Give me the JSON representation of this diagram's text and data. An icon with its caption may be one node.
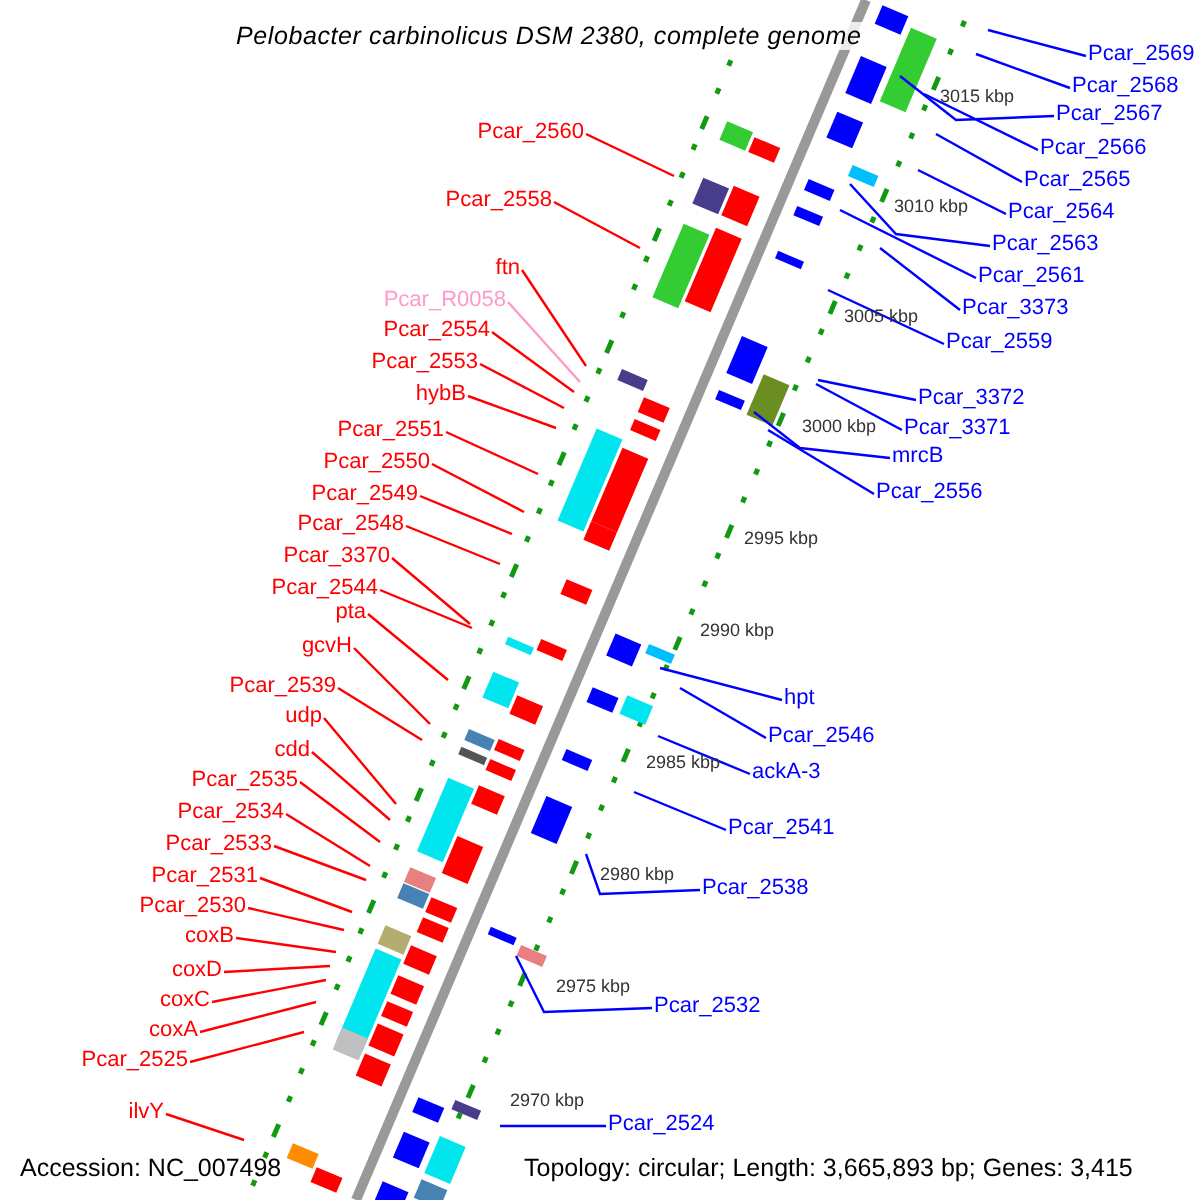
{
  "diagram": {
    "title": "Pelobacter carbinolicus DSM 2380, complete genome",
    "nodes": [
      {
        "text": [
          "Pcar_2560"
        ]
      },
      {
        "text": [
          "Pcar_2558"
        ]
      },
      {
        "text": [
          "ftn"
        ]
      },
      {
        "text": [
          "Pcar_R0058"
        ]
      },
      {
        "text": [
          "Pcar_2554"
        ]
      },
      {
        "text": [
          "Pcar_2553"
        ]
      },
      {
        "text": [
          "hybB"
        ]
      },
      {
        "text": [
          "Pcar_2551"
        ]
      },
      {
        "text": [
          "Pcar_2550"
        ]
      },
      {
        "text": [
          "Pcar_2549"
        ]
      },
      {
        "text": [
          "Pcar_2548"
        ]
      },
      {
        "text": [
          "Pcar_3370"
        ]
      },
      {
        "text": [
          "Pcar_2544"
        ]
      },
      {
        "text": [
          "pta"
        ]
      },
      {
        "text": [
          "gcvH"
        ]
      },
      {
        "text": [
          "Pcar_2539"
        ]
      },
      {
        "text": [
          "udp"
        ]
      },
      {
        "text": [
          "cdd"
        ]
      },
      {
        "text": [
          "Pcar_2535"
        ]
      },
      {
        "text": [
          "Pcar_2534"
        ]
      },
      {
        "text": [
          "Pcar_2533"
        ]
      },
      {
        "text": [
          "Pcar_2531"
        ]
      },
      {
        "text": [
          "Pcar_2530"
        ]
      },
      {
        "text": [
          "coxB"
        ]
      },
      {
        "text": [
          "coxD"
        ]
      },
      {
        "text": [
          "coxC"
        ]
      },
      {
        "text": [
          "coxA"
        ]
      },
      {
        "text": [
          "Pcar_2525"
        ]
      },
      {
        "text": [
          "ilvY"
        ]
      },
      {
        "text": [
          "Pcar_2569"
        ]
      },
      {
        "text": [
          "Pcar_2568"
        ]
      },
      {
        "text": [
          "Pcar_2567"
        ]
      },
      {
        "text": [
          "Pcar_2566"
        ]
      },
      {
        "text": [
          "Pcar_2565"
        ]
      },
      {
        "text": [
          "Pcar_2564"
        ]
      },
      {
        "text": [
          "Pcar_2563"
        ]
      },
      {
        "text": [
          "Pcar_2561"
        ]
      },
      {
        "text": [
          "Pcar_3373"
        ]
      },
      {
        "text": [
          "Pcar_2559"
        ]
      },
      {
        "text": [
          "Pcar_3372"
        ]
      },
      {
        "text": [
          "Pcar_3371"
        ]
      },
      {
        "text": [
          "mrcB"
        ]
      },
      {
        "text": [
          "Pcar_2556"
        ]
      },
      {
        "text": [
          "hpt"
        ]
      },
      {
        "text": [
          "Pcar_2546"
        ]
      },
      {
        "text": [
          "ackA-3"
        ]
      },
      {
        "text": [
          "Pcar_2541"
        ]
      },
      {
        "text": [
          "Pcar_2538"
        ]
      },
      {
        "text": [
          "Pcar_2532"
        ]
      },
      {
        "text": [
          "Pcar_2524"
        ]
      }
    ],
    "edges": [
      {
        "from": 0,
        "to": null,
        "arrow": "none"
      },
      {
        "from": 1,
        "to": null,
        "arrow": "none"
      },
      {
        "from": 2,
        "to": null,
        "arrow": "none"
      },
      {
        "from": 3,
        "to": null,
        "arrow": "none",
        "color": "#ff99cc"
      },
      {
        "from": 4,
        "to": null,
        "arrow": "none"
      },
      {
        "from": 5,
        "to": null,
        "arrow": "none"
      },
      {
        "from": 6,
        "to": null,
        "arrow": "none"
      },
      {
        "from": 7,
        "to": null,
        "arrow": "none"
      },
      {
        "from": 8,
        "to": null,
        "arrow": "none"
      },
      {
        "from": 9,
        "to": null,
        "arrow": "none"
      },
      {
        "from": 10,
        "to": null,
        "arrow": "none"
      },
      {
        "from": 11,
        "to": null,
        "arrow": "none"
      },
      {
        "from": 12,
        "to": null,
        "arrow": "none"
      },
      {
        "from": 13,
        "to": null,
        "arrow": "none"
      },
      {
        "from": 14,
        "to": null,
        "arrow": "none"
      },
      {
        "from": 15,
        "to": null,
        "arrow": "none"
      },
      {
        "from": 16,
        "to": null,
        "arrow": "none"
      },
      {
        "from": 17,
        "to": null,
        "arrow": "none"
      },
      {
        "from": 18,
        "to": null,
        "arrow": "none"
      },
      {
        "from": 19,
        "to": null,
        "arrow": "none"
      },
      {
        "from": 20,
        "to": null,
        "arrow": "none"
      },
      {
        "from": 21,
        "to": null,
        "arrow": "none"
      },
      {
        "from": 22,
        "to": null,
        "arrow": "none"
      },
      {
        "from": 23,
        "to": null,
        "arrow": "none"
      },
      {
        "from": 24,
        "to": null,
        "arrow": "none"
      },
      {
        "from": 25,
        "to": null,
        "arrow": "none"
      },
      {
        "from": 26,
        "to": null,
        "arrow": "none"
      },
      {
        "from": 27,
        "to": null,
        "arrow": "none"
      },
      {
        "from": 28,
        "to": null,
        "arrow": "none"
      },
      {
        "from": 29,
        "to": null,
        "arrow": "none",
        "color": "#0000ff"
      },
      {
        "from": 30,
        "to": null,
        "arrow": "none",
        "color": "#0000ff"
      },
      {
        "from": 31,
        "to": null,
        "arrow": "none",
        "color": "#0000ff"
      },
      {
        "from": 32,
        "to": null,
        "arrow": "none",
        "color": "#0000ff"
      },
      {
        "from": 33,
        "to": null,
        "arrow": "none",
        "color": "#0000ff"
      },
      {
        "from": 34,
        "to": null,
        "arrow": "none",
        "color": "#0000ff"
      },
      {
        "from": 35,
        "to": null,
        "arrow": "none",
        "color": "#0000ff"
      },
      {
        "from": 36,
        "to": null,
        "arrow": "none",
        "color": "#0000ff"
      },
      {
        "from": 37,
        "to": null,
        "arrow": "none",
        "color": "#0000ff"
      },
      {
        "from": 38,
        "to": null,
        "arrow": "none",
        "color": "#0000ff"
      },
      {
        "from": 39,
        "to": null,
        "arrow": "none",
        "color": "#0000ff"
      },
      {
        "from": 40,
        "to": null,
        "arrow": "none",
        "color": "#0000ff"
      },
      {
        "from": 41,
        "to": null,
        "arrow": "none",
        "color": "#0000ff"
      },
      {
        "from": 42,
        "to": null,
        "arrow": "none",
        "color": "#0000ff"
      },
      {
        "from": 43,
        "to": null,
        "arrow": "none",
        "color": "#0000ff"
      },
      {
        "from": 44,
        "to": null,
        "arrow": "none",
        "color": "#0000ff"
      },
      {
        "from": 45,
        "to": null,
        "arrow": "none",
        "color": "#0000ff"
      },
      {
        "from": 46,
        "to": null,
        "arrow": "none",
        "color": "#0000ff"
      },
      {
        "from": 47,
        "to": null,
        "arrow": "none",
        "color": "#0000ff"
      },
      {
        "from": 48,
        "to": null,
        "arrow": "none",
        "color": "#0000ff"
      },
      {
        "from": 49,
        "to": null,
        "arrow": "none",
        "color": "#0000ff"
      }
    ],
    "labels": [
      "3015 kbp",
      "3010 kbp",
      "3005 kbp",
      "3000 kbp",
      "2995 kbp",
      "2990 kbp",
      "2985 kbp",
      "2980 kbp",
      "2975 kbp",
      "2970 kbp",
      "Accession: NC_007498",
      "Topology: circular; Length: 3,665,893 bp; Genes: 3,415"
    ]
  }
}
